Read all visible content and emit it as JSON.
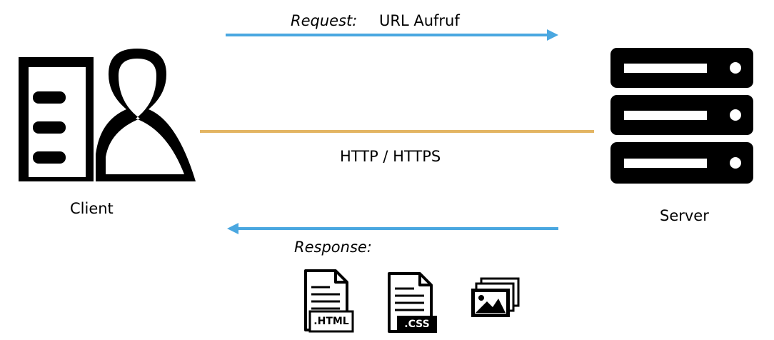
{
  "request": {
    "label": "Request:",
    "value": "URL Aufruf"
  },
  "protocol": {
    "label": "HTTP / HTTPS"
  },
  "response": {
    "label": "Response:"
  },
  "client": {
    "label": "Client",
    "icon": "client-user-icon"
  },
  "server": {
    "label": "Server",
    "icon": "server-rack-icon"
  },
  "files": {
    "html": {
      "label": ".HTML",
      "icon": "html-file-icon"
    },
    "css": {
      "label": ".CSS",
      "icon": "css-file-icon"
    },
    "images": {
      "icon": "images-icon"
    }
  },
  "colors": {
    "arrow": "#4aa7e0",
    "protocol_line": "#e3b563",
    "icon": "#000000"
  }
}
